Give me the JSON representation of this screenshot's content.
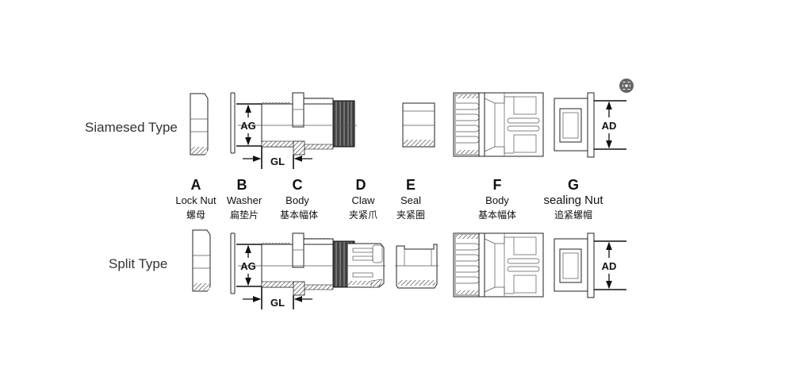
{
  "rows": {
    "top": "Siamesed Type",
    "bottom": "Split Type"
  },
  "dimensions": {
    "ag": "AG",
    "gl": "GL",
    "ad": "AD"
  },
  "parts": [
    {
      "letter": "A",
      "name": "Lock Nut",
      "chinese": "螺母"
    },
    {
      "letter": "B",
      "name": "Washer",
      "chinese": "扁垫片"
    },
    {
      "letter": "C",
      "name": "Body",
      "chinese": "基本幅体"
    },
    {
      "letter": "D",
      "name": "Claw",
      "chinese": "夹紧爪"
    },
    {
      "letter": "E",
      "name": "Seal",
      "chinese": "夹紧圈"
    },
    {
      "letter": "F",
      "name": "Body",
      "chinese": "基本幅体"
    },
    {
      "letter": "G",
      "name": "sealing Nut",
      "chinese": "追紧螺帽"
    }
  ]
}
